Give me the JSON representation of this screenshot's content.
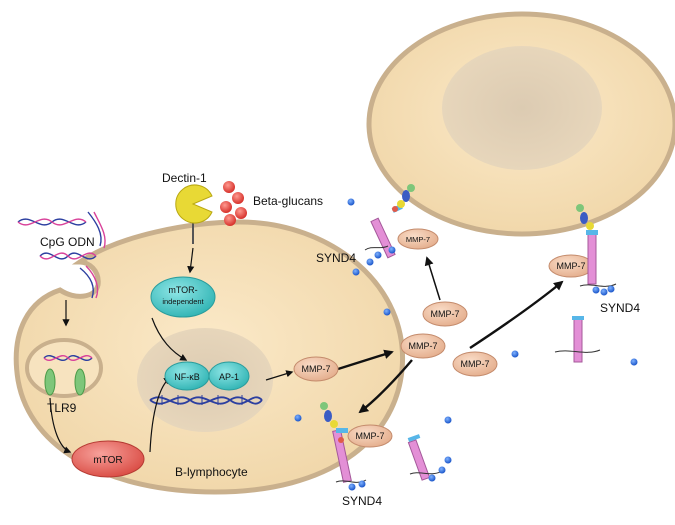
{
  "labels": {
    "cpg_odn": "CpG ODN",
    "dectin": "Dectin-1",
    "beta_glucans": "Beta-glucans",
    "mtor_independent_line1": "mTOR-",
    "mtor_independent_line2": "independent",
    "nfkb": "NF-κB",
    "ap1": "AP-1",
    "tlr9": "TLR9",
    "mtor": "mTOR",
    "b_lymphocyte": "B-lymphocyte",
    "synd4": "SYND4",
    "mmp7": "MMP-7"
  },
  "colors": {
    "cell_fill": "#f5deb3",
    "cell_border": "#c9b08d",
    "nucleus": "#e0cfb4",
    "mmp7_fill": "#efc3a5",
    "mtor_fill": "#e8665e",
    "teal": "#4fc9c9",
    "dectin_yellow": "#e8d935",
    "glucan_red": "#e0403a",
    "syndecan_pink": "#e38fd6",
    "dna_blue": "#2c3fa0",
    "dna_pink": "#d9429a",
    "receptor_green": "#7ec67a"
  }
}
